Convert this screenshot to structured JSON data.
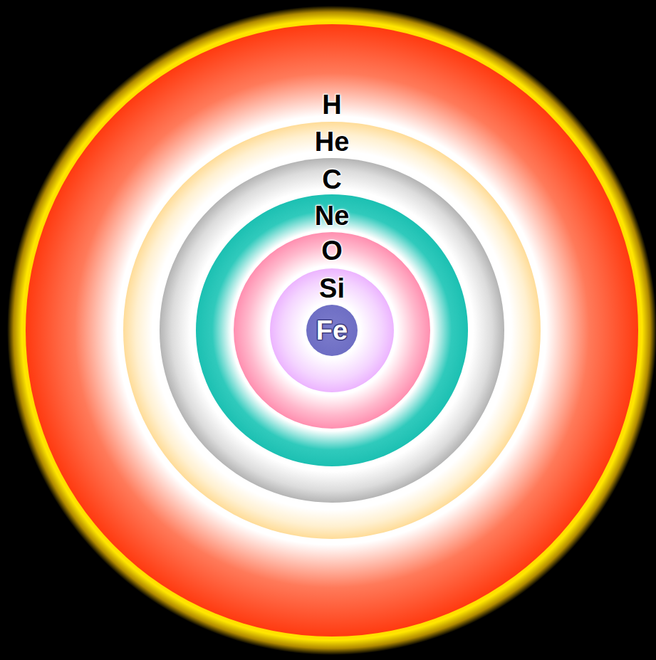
{
  "diagram": {
    "nodes": [
      {
        "text": [
          "H"
        ]
      },
      {
        "text": [
          "He"
        ],
        "in": 0
      },
      {
        "text": [
          "C"
        ],
        "in": 1
      },
      {
        "text": [
          "Ne"
        ],
        "in": 2
      },
      {
        "text": [
          "O"
        ],
        "in": 3
      },
      {
        "text": [
          "Si"
        ],
        "in": 4
      },
      {
        "text": [
          "Fe"
        ],
        "in": 5
      }
    ]
  }
}
